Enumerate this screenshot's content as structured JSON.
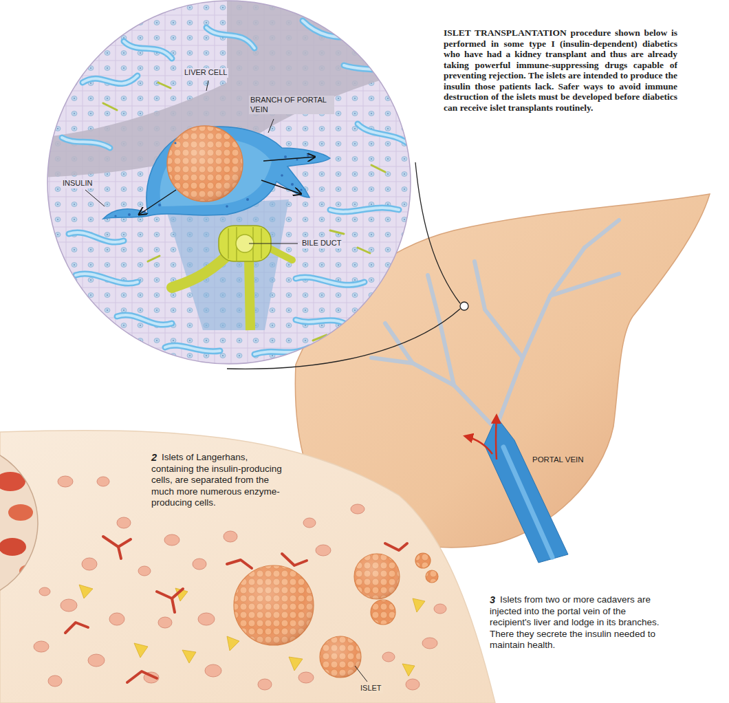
{
  "diagram": {
    "caption": "ISLET TRANSPLANTATION procedure shown below is performed in some type I (insulin-dependent) diabetics who have had a kidney transplant and thus are already taking powerful immune-suppressing drugs capable of preventing rejection. The islets are intended to produce the insulin those patients lack. Safer ways to avoid immune destruction of the islets must be developed before diabetics can receive islet transplants routinely.",
    "labels": [
      "LIVER CELL",
      "BRANCH OF PORTAL VEIN",
      "INSULIN",
      "BILE DUCT",
      "PORTAL VEIN",
      "2",
      "Islets of Langerhans, containing the insulin-producing cells, are separated from the much more numerous enzyme-producing cells.",
      "3",
      "Islets from two or more cadavers are injected into the portal vein of the recipient's liver and lodge in its branches. There they secrete the insulin needed to maintain health.",
      "ISLET"
    ]
  }
}
